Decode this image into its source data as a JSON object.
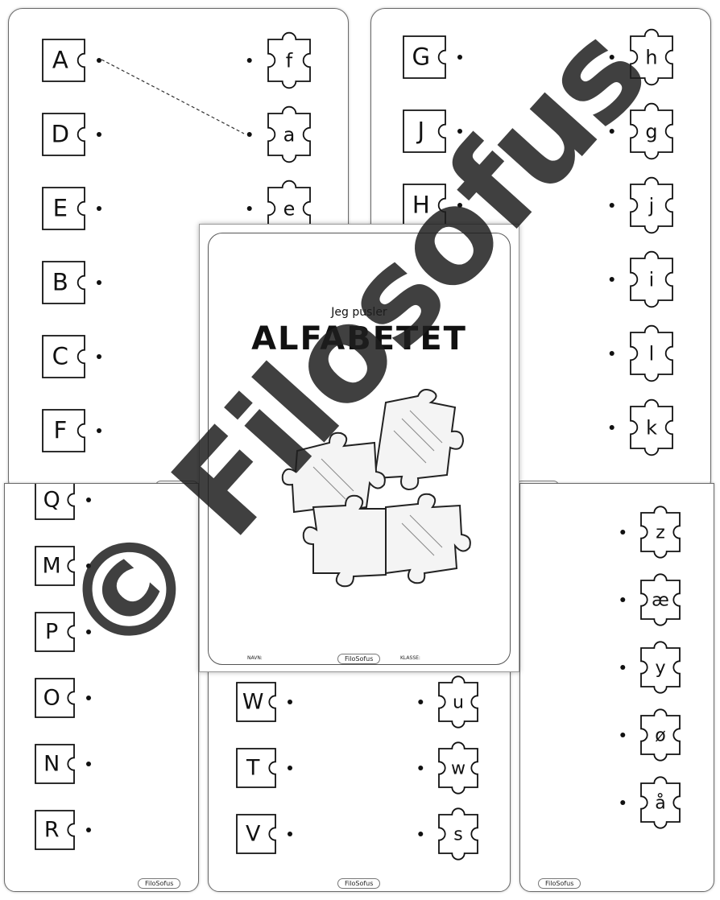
{
  "footer_brand": "FiloSofus",
  "cover": {
    "subtitle": "Jeg pusler",
    "title": "ALFABETET",
    "name_label": "NAVN:",
    "class_label": "KLASSE:"
  },
  "watermark": "© Filosofus",
  "worksheets": [
    {
      "id": "sheet-1",
      "left": [
        "A",
        "D",
        "E",
        "B",
        "C",
        "F"
      ],
      "right": [
        "f",
        "a",
        "e",
        "",
        "",
        ""
      ]
    },
    {
      "id": "sheet-2",
      "left": [
        "G",
        "J",
        "H"
      ],
      "right": [
        "h",
        "g",
        "j",
        "i",
        "l",
        "k"
      ]
    },
    {
      "id": "sheet-3",
      "left": [
        "Q",
        "M",
        "P",
        "O",
        "N",
        "R"
      ],
      "right": []
    },
    {
      "id": "sheet-4",
      "left": [
        "W",
        "T",
        "V"
      ],
      "right": [
        "u",
        "w",
        "s"
      ]
    },
    {
      "id": "sheet-5",
      "left": [],
      "right": [
        "z",
        "æ",
        "y",
        "ø",
        "å"
      ]
    }
  ]
}
